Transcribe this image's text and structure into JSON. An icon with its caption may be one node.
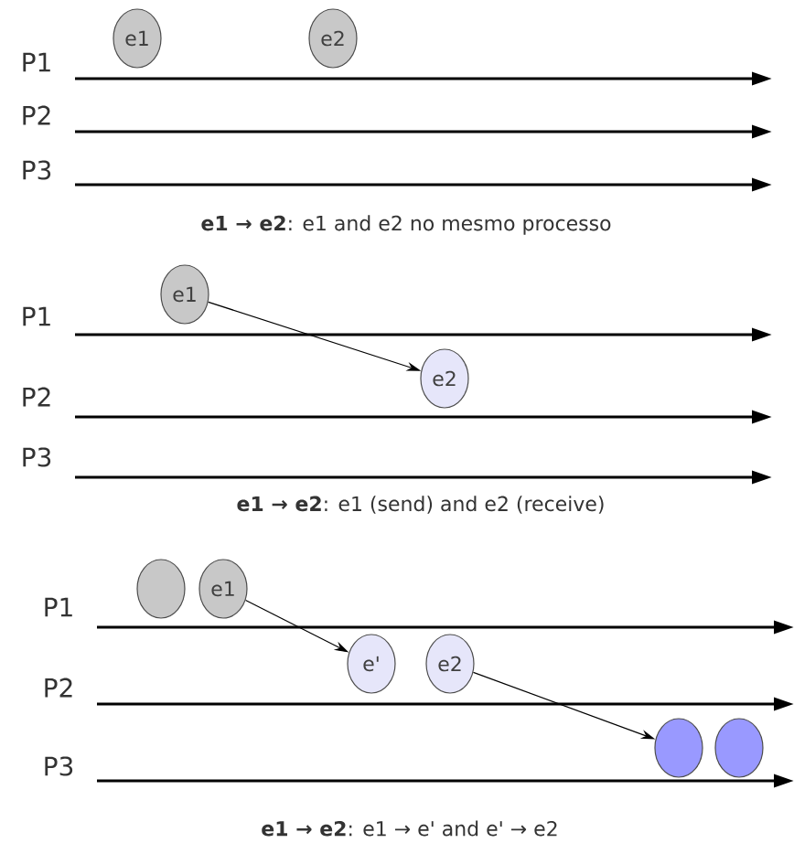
{
  "diagram": {
    "nodes": [
      {
        "text": [
          "e1"
        ]
      },
      {
        "text": [
          "e2"
        ]
      },
      {
        "text": [
          "e1"
        ]
      },
      {
        "text": [
          "e2"
        ]
      },
      {
        "text": [],
        "shape": "circle"
      },
      {
        "text": [
          "e1"
        ]
      },
      {
        "text": [
          "e'"
        ]
      },
      {
        "text": [
          "e2"
        ]
      },
      {
        "text": [],
        "shape": "circle"
      },
      {
        "text": [],
        "shape": "circle"
      }
    ],
    "edges": [
      {
        "from": 2,
        "to": 3,
        "arrow": "to"
      },
      {
        "from": 5,
        "to": 6,
        "arrow": "to"
      },
      {
        "from": 7,
        "to": 8,
        "arrow": "to"
      }
    ],
    "labels": [
      "P1",
      "P2",
      "P3",
      "**e1 → e2**: e1 and e2 no mesmo processo",
      "P1",
      "P2",
      "P3",
      "**e1 → e2**: e1 (send) and e2 (receive)",
      "P1",
      "P2",
      "P3",
      "**e1 → e2**: e1 → e' and e' → e2"
    ]
  }
}
